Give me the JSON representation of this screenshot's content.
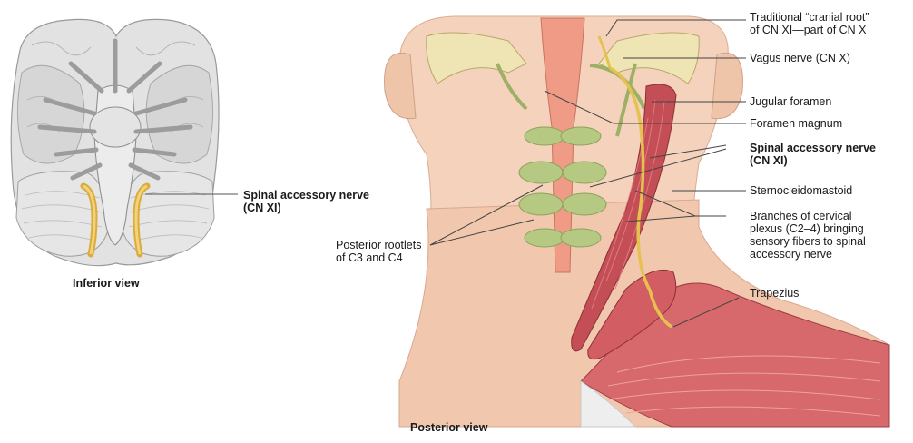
{
  "inferior_panel": {
    "view_label": "Inferior view",
    "label": [
      "Spinal accessory nerve",
      "(CN XI)"
    ]
  },
  "posterior_panel": {
    "view_label": "Posterior view",
    "labels": {
      "cranial_root": [
        "Traditional “cranial root”",
        "of CN XI—part of CN X"
      ],
      "vagus": "Vagus nerve (CN X)",
      "jugular": "Jugular foramen",
      "foramen_magnum": "Foramen magnum",
      "spinal_accessory": [
        "Spinal accessory nerve",
        "(CN XI)"
      ],
      "scm": "Sternocleidomastoid",
      "cervical_branches": [
        "Branches of cervical",
        "plexus (C2–4) bringing",
        "sensory fibers to spinal",
        "accessory nerve"
      ],
      "trapezius": "Trapezius",
      "rootlets": [
        "Posterior rootlets",
        "of C3 and C4"
      ]
    }
  },
  "colors": {
    "brain": "#d8d8d8",
    "nerve": "#e8c25a",
    "skin": "#f3ccb1",
    "muscle": "#c9555a",
    "plexus": "#aec27a",
    "bone": "#efe5b8"
  }
}
